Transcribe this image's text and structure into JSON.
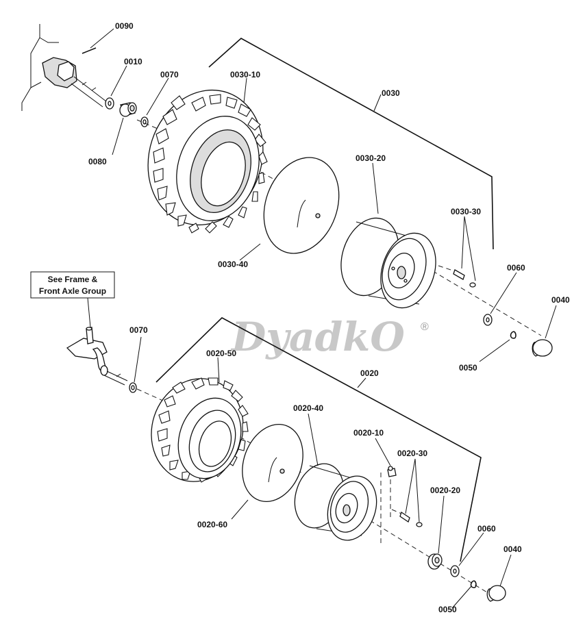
{
  "watermark": {
    "text": "DyadkO",
    "mark": "®"
  },
  "reference_box": {
    "line1": "See Frame &",
    "line2": "Front Axle Group"
  },
  "labels": {
    "p0090": "0090",
    "p0010": "0010",
    "p0070_top": "0070",
    "p0030_10": "0030-10",
    "p0030": "0030",
    "p0080": "0080",
    "p0030_20": "0030-20",
    "p0030_30": "0030-30",
    "p0030_40": "0030-40",
    "p0060_top": "0060",
    "p0040_top": "0040",
    "p0050_top": "0050",
    "p0070_bot": "0070",
    "p0020_50": "0020-50",
    "p0020": "0020",
    "p0020_40": "0020-40",
    "p0020_10": "0020-10",
    "p0020_30": "0020-30",
    "p0020_20": "0020-20",
    "p0020_60": "0020-60",
    "p0060_bot": "0060",
    "p0040_bot": "0040",
    "p0050_bot": "0050"
  }
}
